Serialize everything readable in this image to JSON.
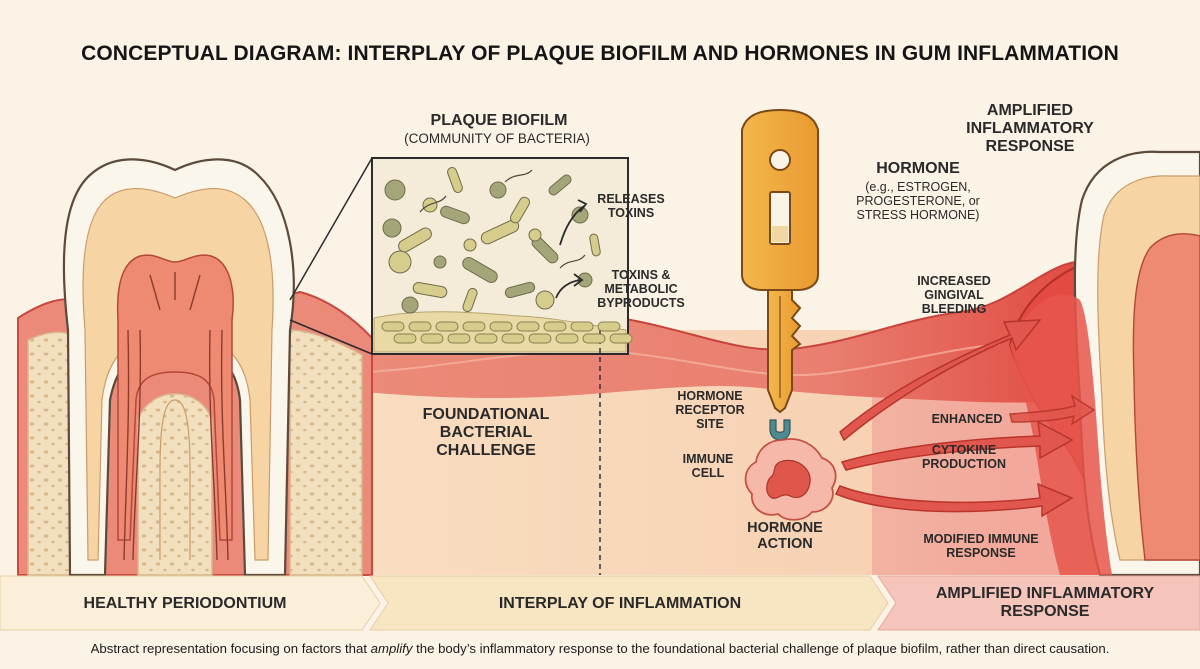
{
  "title": "CONCEPTUAL DIAGRAM: INTERPLAY OF PLAQUE BIOFILM AND HORMONES IN GUM INFLAMMATION",
  "plaque": {
    "heading": "PLAQUE BIOFILM",
    "subheading": "(COMMUNITY OF BACTERIA)",
    "releases": "RELEASES TOXINS",
    "toxins": "TOXINS & METABOLIC BYPRODUCTS"
  },
  "hormone": {
    "heading": "HORMONE",
    "examples": "(e.g., ESTROGEN, PROGESTERONE, or STRESS HORMONE)",
    "receptor": "HORMONE RECEPTOR SITE",
    "immune_cell": "IMMUNE CELL",
    "action": "HORMONE ACTION"
  },
  "amplified": {
    "heading": "AMPLIFIED INFLAMMATORY RESPONSE",
    "bleeding": "INCREASED GINGIVAL BLEEDING",
    "enhanced": "ENHANCED",
    "cytokine": "CYTOKINE PRODUCTION",
    "modified": "MODIFIED IMMUNE RESPONSE"
  },
  "foundational": "FOUNDATIONAL BACTERIAL CHALLENGE",
  "bottom_bar": {
    "left": "HEALTHY PERIODONTIUM",
    "middle": "INTERPLAY OF INFLAMMATION",
    "right": "AMPLIFIED INFLAMMATORY RESPONSE"
  },
  "caption": {
    "before": "Abstract representation focusing on factors that ",
    "emphasis": "amplify",
    "after": " the body’s inflammatory response to the foundational bacterial challenge of plaque biofilm, rather than direct causation."
  },
  "colors": {
    "background": "#fbf3e6",
    "gum": "#e8706a",
    "gum_deep": "#d9362f",
    "enamel": "#fbf6ec",
    "dentin": "#f6d6a8",
    "pulp": "#ef8a70",
    "bone": "#f1dcb8",
    "key": "#eea63c",
    "bacteria_green": "#a4a67a",
    "bacteria_tan": "#d6cc8c"
  }
}
